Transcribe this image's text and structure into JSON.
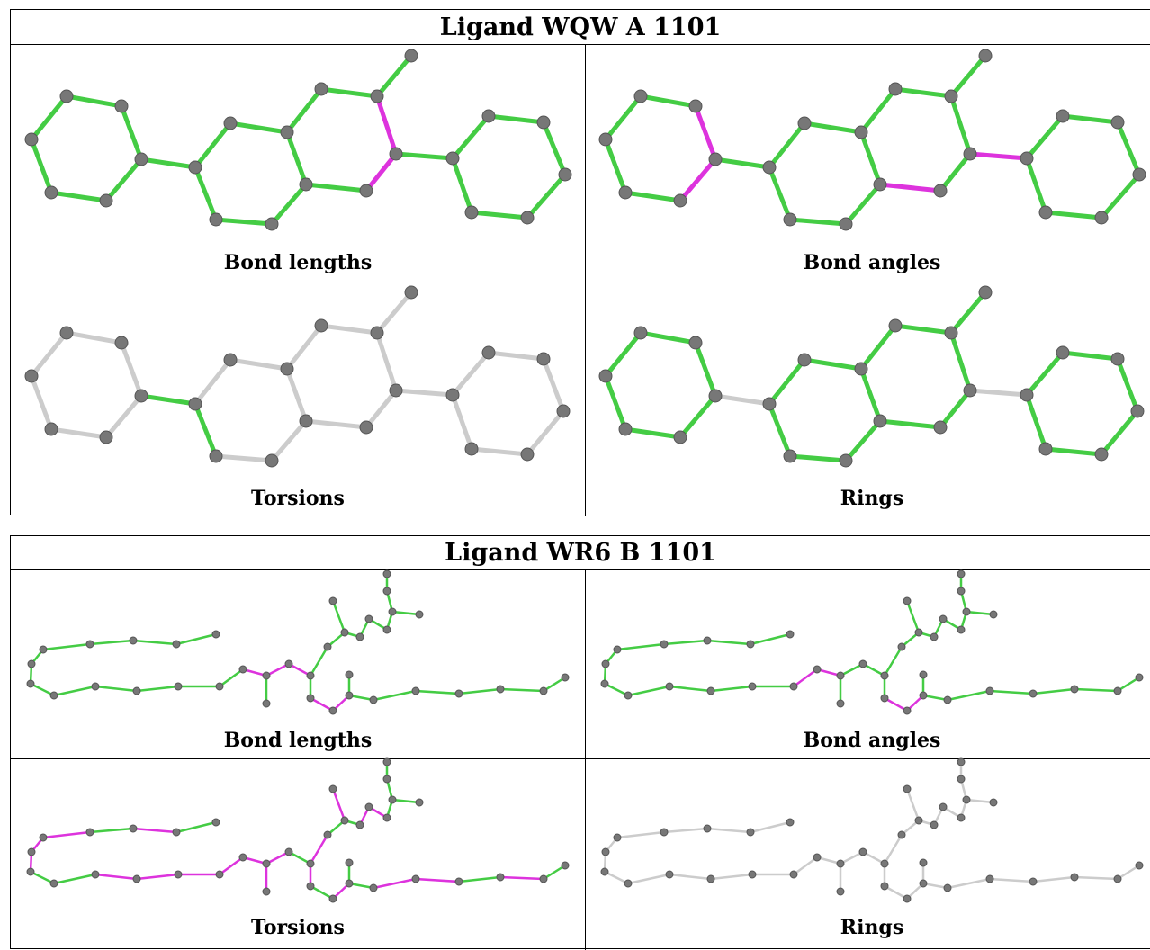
{
  "panels": [
    {
      "title": "Ligand WQW A 1101",
      "captions": [
        "Bond lengths",
        "Bond angles",
        "Torsions",
        "Rings"
      ]
    },
    {
      "title": "Ligand WR6 B 1101",
      "captions": [
        "Bond lengths",
        "Bond angles",
        "Torsions",
        "Rings"
      ]
    }
  ],
  "colors": {
    "ok": "#44cc44",
    "outlier": "#dd33dd",
    "none": "#cccccc",
    "atom": "#777777",
    "border": "#000000"
  }
}
